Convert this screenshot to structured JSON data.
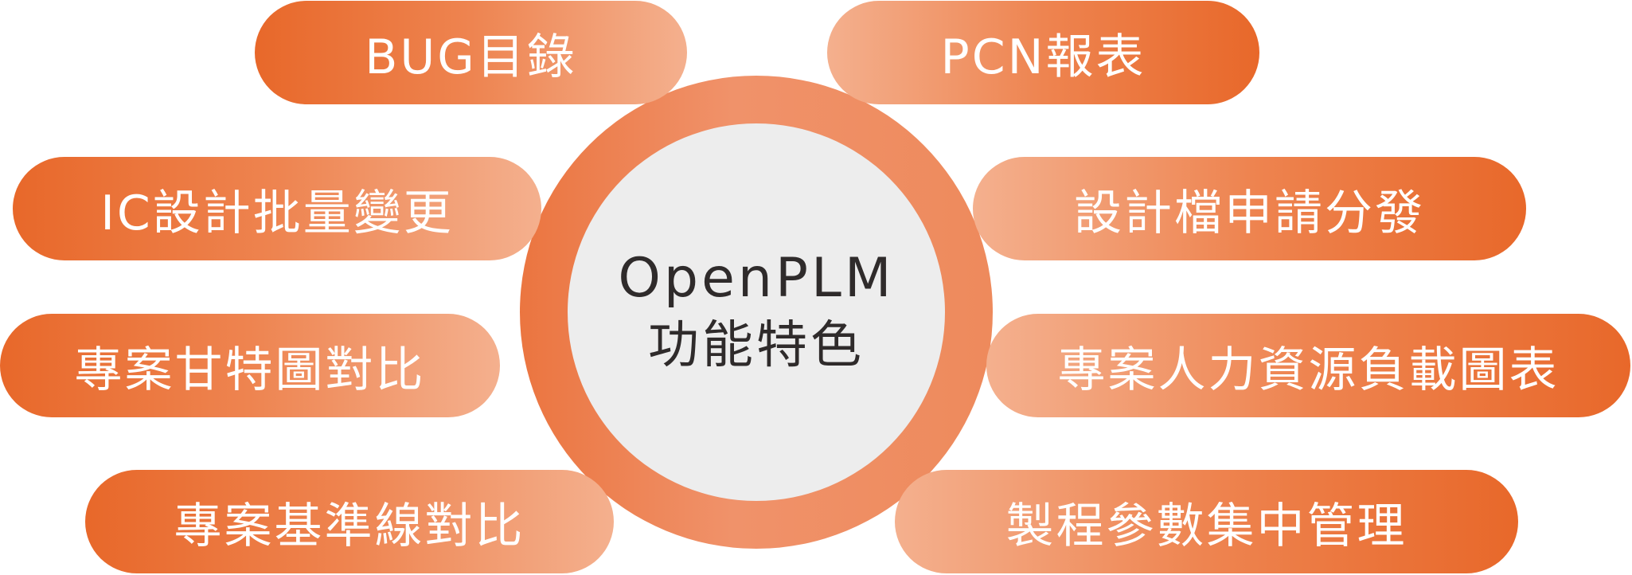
{
  "center": {
    "line1": "OpenPLM",
    "line2": "功能特色"
  },
  "left_items": [
    "BUG目錄",
    "IC設計批量變更",
    "專案甘特圖對比",
    "專案基準線對比"
  ],
  "right_items": [
    "PCN報表",
    "設計檔申請分發",
    "專案人力資源負載圖表",
    "製程參數集中管理"
  ],
  "colors": {
    "dark_orange": "#E8682A",
    "light_orange": "#F4B08E",
    "center_fill": "#EDEDED"
  }
}
